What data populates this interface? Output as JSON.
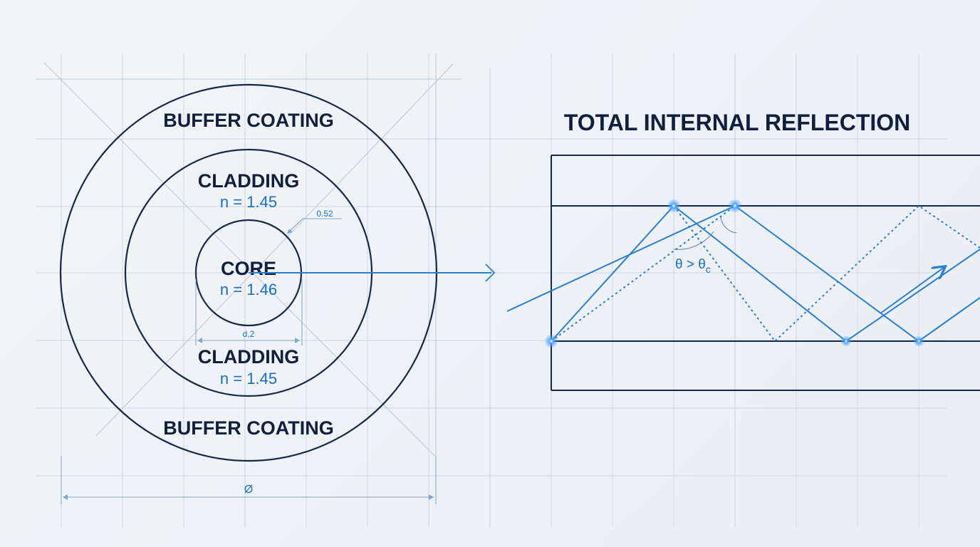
{
  "cross_section": {
    "buffer_top_label": "BUFFER COATING",
    "buffer_bottom_label": "BUFFER COATING",
    "cladding_top_label": "CLADDING",
    "cladding_top_index": "n = 1.45",
    "core_label": "CORE",
    "core_index": "n = 1.46",
    "cladding_bottom_label": "CLADDING",
    "cladding_bottom_index": "n = 1.45",
    "callout_value": "0.52",
    "core_dimension": "d.2",
    "outer_dimension": "Ø"
  },
  "tir": {
    "title": "TOTAL INTERNAL REFLECTION",
    "angle_label": "θ > θ",
    "angle_subscript": "c"
  },
  "colors": {
    "ink": "#15294a",
    "accent": "#2a7fd0",
    "grid": "#cfd8e3"
  }
}
